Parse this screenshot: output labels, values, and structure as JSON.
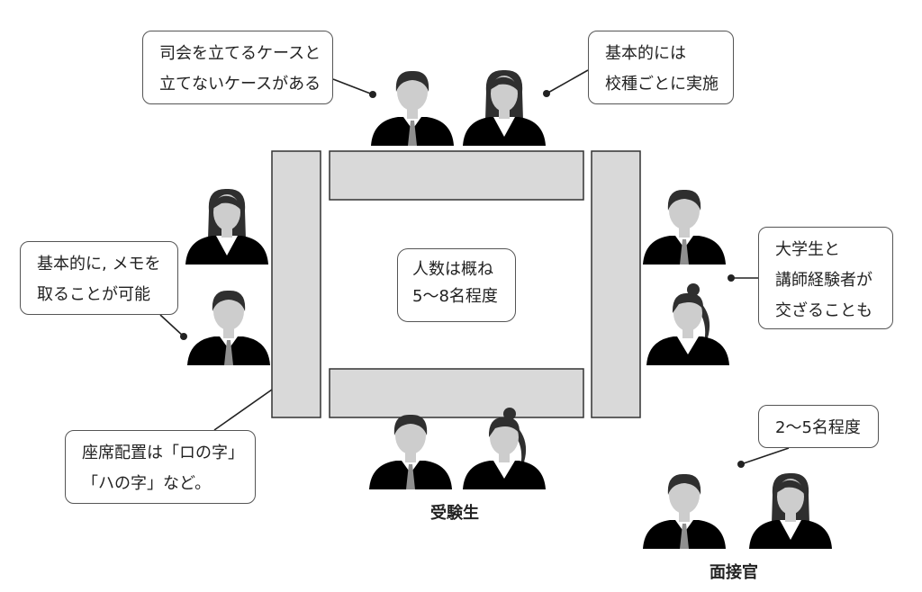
{
  "callouts": {
    "moderator": [
      "司会を立てるケースと",
      "立てないケースがある"
    ],
    "school_type": [
      "基本的には",
      "校種ごとに実施"
    ],
    "memo": [
      "基本的に, メモを",
      "取ることが可能"
    ],
    "evaluators": [
      "大学生と",
      "講師経験者が",
      "交ざることも"
    ],
    "seating": [
      "座席配置は「ロの字」",
      "「ハの字」など。"
    ],
    "interviewer_count": [
      "2～5名程度"
    ]
  },
  "center": [
    "人数は概ね",
    "5～8名程度"
  ],
  "labels": {
    "examinees": "受験生",
    "interviewers": "面接官"
  },
  "colors": {
    "table_fill": "#d9d9d9",
    "table_stroke": "#333333",
    "examinee_body": "#c8c8c8",
    "examinee_head": "#cdcdcd",
    "interviewer_body": "#7a7a7a",
    "hair": "#2f2f2f",
    "line": "#222222"
  }
}
